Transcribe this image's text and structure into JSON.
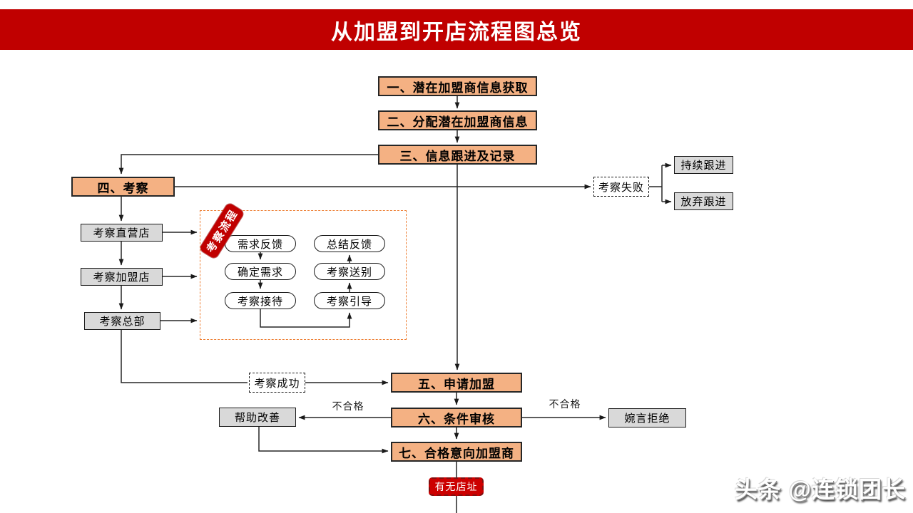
{
  "header": {
    "title": "从加盟到开店流程图总览"
  },
  "colors": {
    "banner_red": "#C00000",
    "step_orange": "#F4B183",
    "gray_fill": "#D9D9D9",
    "dashed_container_orange": "#ED7D31",
    "stamp_red": "#C00000",
    "site_red": "#CC0000"
  },
  "flow": {
    "step1": "一、潜在加盟商信息获取",
    "step2": "二、分配潜在加盟商信息",
    "step3": "三、信息跟进及记录",
    "step4": "四、考察",
    "step5": "五、申请加盟",
    "step6": "六、条件审核",
    "step7": "七、合格意向加盟商"
  },
  "inspection": {
    "stamp": "考察流程",
    "targets": [
      "考察直营店",
      "考察加盟店",
      "考察总部"
    ],
    "left_steps": [
      "需求反馈",
      "确定需求",
      "考察接待"
    ],
    "right_steps": [
      "总结反馈",
      "考察送别",
      "考察引导"
    ]
  },
  "branches": {
    "fail": "考察失败",
    "success": "考察成功",
    "keep_following": "持续跟进",
    "give_up": "放弃跟进",
    "improve": "帮助改善",
    "refuse": "婉言拒绝",
    "unqualified_left": "不合格",
    "unqualified_right": "不合格",
    "site": "有无店址"
  },
  "watermark": "头条 @连锁团长"
}
